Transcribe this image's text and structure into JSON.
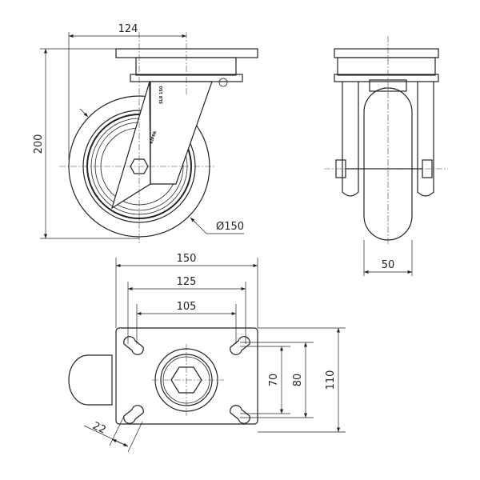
{
  "title": "Swivel caster technical drawing",
  "dimensions": {
    "front_width_to_axis": "124",
    "overall_height": "200",
    "wheel_diameter": "Ø150",
    "wheel_width": "50",
    "plate_length": "150",
    "hole_spacing_outer": "125",
    "hole_spacing_inner": "105",
    "hole_spacing_short_inner": "70",
    "hole_spacing_short_outer": "80",
    "plate_width": "110",
    "slot_size": "22"
  },
  "fork_marking": {
    "code": "SL8 150",
    "brand": "KIPPA"
  }
}
